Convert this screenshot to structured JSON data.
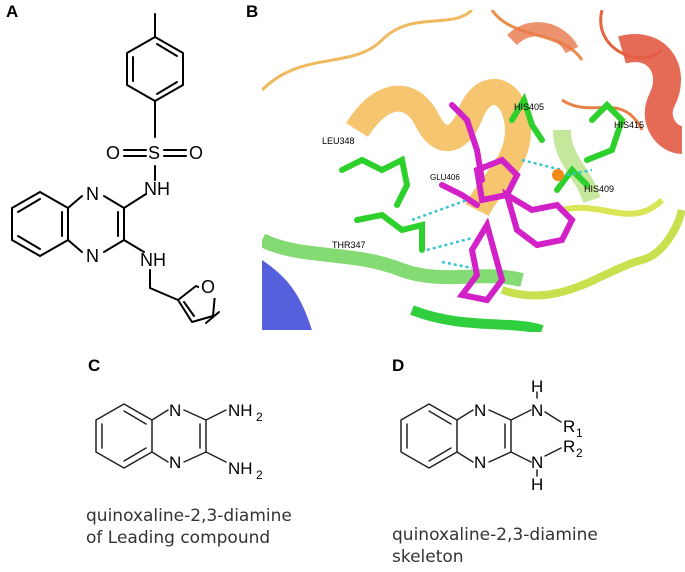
{
  "panels": {
    "a": {
      "label": "A"
    },
    "b": {
      "label": "B"
    },
    "c": {
      "label": "C",
      "caption_line1": "quinoxaline-2,3-diamine",
      "caption_line2": "of Leading compound"
    },
    "d": {
      "label": "D",
      "caption_line1": "quinoxaline-2,3-diamine",
      "caption_line2": "skeleton"
    }
  },
  "structure_a": {
    "n_top": "N",
    "n_bottom": "N",
    "s": "S",
    "o_left": "O",
    "o_right": "O",
    "nh_upper": "NH",
    "nh_lower": "NH",
    "o_furan": "O"
  },
  "structure_c": {
    "n_top": "N",
    "n_bottom": "N",
    "nh2_top": "NH",
    "nh2_bottom": "NH",
    "sub_2": "2"
  },
  "structure_d": {
    "n_top": "N",
    "n_bottom": "N",
    "h_top": "H",
    "n_sub_top": "N",
    "r_top": "R",
    "r_top_sub": "1",
    "n_sub_bottom": "N",
    "r_bottom": "R",
    "r_bottom_sub": "2",
    "h_bottom": "H"
  },
  "residues": {
    "his405": "HIS405",
    "his415": "HIS415",
    "leu348": "LEU348",
    "glu406": "GLU406",
    "his409": "HIS409",
    "thr347": "THR347"
  },
  "colors": {
    "ligand": "#d321c8",
    "residue": "#2fd12f",
    "helix_orange": "#f2b64c",
    "helix_red": "#e1624a",
    "hbond": "#39c6cf",
    "metal": "#f28a1a"
  }
}
